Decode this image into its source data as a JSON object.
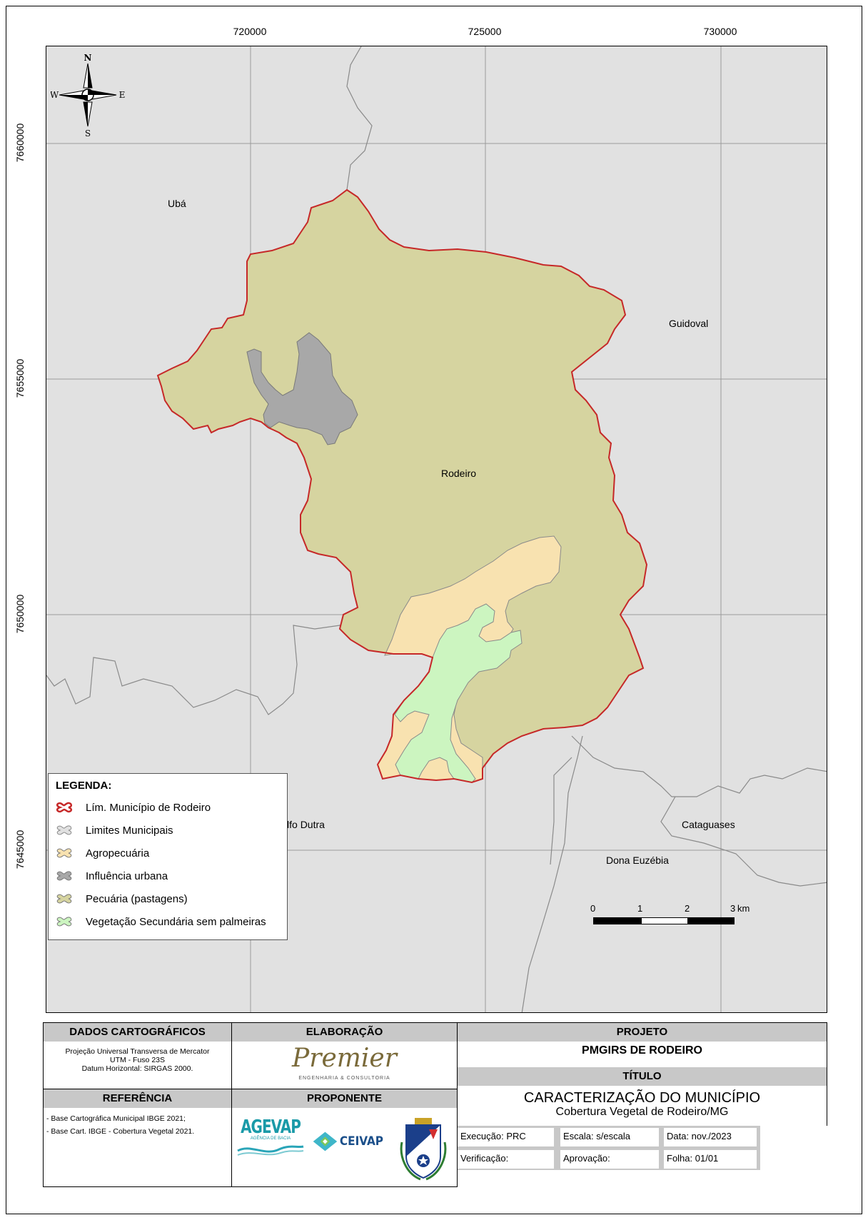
{
  "grid": {
    "x_labels": [
      "720000",
      "725000",
      "730000"
    ],
    "y_labels": [
      "7660000",
      "7655000",
      "7650000",
      "7645000"
    ]
  },
  "compass": {
    "n": "N",
    "s": "S",
    "e": "E",
    "w": "W"
  },
  "places": {
    "uba": "Ubá",
    "guidoval": "Guidoval",
    "rodeiro": "Rodeiro",
    "astolfo_dutra": "Astolfo Dutra",
    "cataguases": "Cataguases",
    "dona_euzebia": "Dona Euzébia"
  },
  "colors": {
    "background": "#e1e1e1",
    "municipal_limit": "#c62828",
    "pastagens": "#d6d4a0",
    "agropecuaria": "#f8e2b0",
    "urbana": "#a8a8a8",
    "vegetacao": "#ccf5c0",
    "limites": "#888888"
  },
  "legend": {
    "title": "LEGENDA:",
    "items": [
      {
        "label": "Lím. Município de Rodeiro",
        "symbol": "limit"
      },
      {
        "label": "Limites Municipais",
        "symbol": "limites"
      },
      {
        "label": "Agropecuária",
        "symbol": "agropecuaria"
      },
      {
        "label": "Influência urbana",
        "symbol": "urbana"
      },
      {
        "label": "Pecuária (pastagens)",
        "symbol": "pastagens"
      },
      {
        "label": "Vegetação Secundária sem palmeiras",
        "symbol": "vegetacao"
      }
    ]
  },
  "scale": {
    "labels": [
      "0",
      "1",
      "2",
      "3"
    ],
    "unit": "km"
  },
  "info": {
    "dados_title": "DADOS CARTOGRÁFICOS",
    "dados_lines": [
      "Projeção Universal Transversa de Mercator",
      "UTM - Fuso 23S",
      "Datum Horizontal: SIRGAS 2000."
    ],
    "referencia_title": "REFERÊNCIA",
    "referencia_lines": [
      "- Base Cartográfica Municipal IBGE 2021;",
      "- Base Cart. IBGE - Cobertura Vegetal 2021."
    ],
    "elaboracao_title": "ELABORAÇÃO",
    "elaboracao_logo": "Premier",
    "elaboracao_sub": "ENGENHARIA & CONSULTORIA",
    "proponente_title": "PROPONENTE",
    "logo_agevap": "AGEVAP",
    "logo_agevap_sub": "AGÊNCIA DE BACIA",
    "logo_ceivap": "CEIVAP",
    "projeto_title": "PROJETO",
    "projeto_name": "PMGIRS DE RODEIRO",
    "titulo_title": "TÍTULO",
    "titulo_main": "CARACTERIZAÇÃO DO MUNICÍPIO",
    "titulo_sub": "Cobertura Vegetal de Rodeiro/MG",
    "execucao": "Execução: PRC",
    "escala": "Escala: s/escala",
    "data": "Data: nov./2023",
    "verificacao": "Verificação:",
    "aprovacao": "Aprovação:",
    "folha": "Folha: 01/01"
  }
}
